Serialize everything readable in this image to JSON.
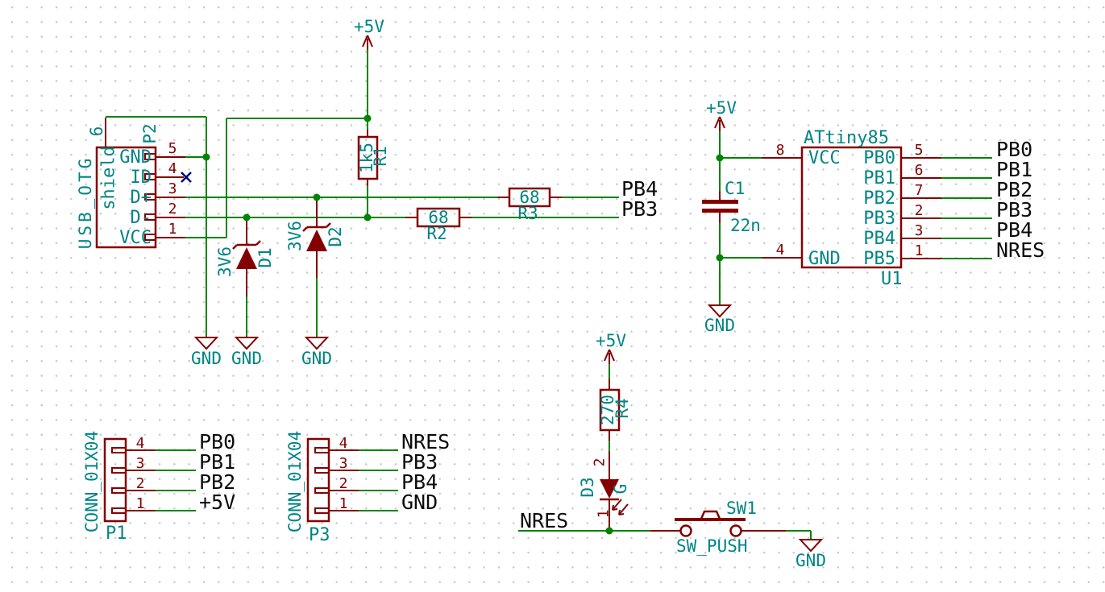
{
  "colors": {
    "wire": "#008400",
    "component": "#840000",
    "field_text": "#008484",
    "net_label": "#0b0b0b",
    "no_connect": "#000084",
    "junction": "#008400",
    "grid_dot": "#c9c9c9",
    "background": "#ffffff"
  },
  "power": {
    "plus5v": "+5V",
    "gnd": "GND"
  },
  "p2": {
    "ref": "P2",
    "value": "USB_OTG",
    "shield_label": "shield",
    "shield_pin": "6",
    "pins": [
      {
        "num": "5",
        "name": "GND"
      },
      {
        "num": "4",
        "name": "ID"
      },
      {
        "num": "3",
        "name": "D+"
      },
      {
        "num": "2",
        "name": "D-"
      },
      {
        "num": "1",
        "name": "VCC"
      }
    ]
  },
  "r1": {
    "ref": "R1",
    "value": "1k5"
  },
  "r2": {
    "ref": "R2",
    "value": "68"
  },
  "r3": {
    "ref": "R3",
    "value": "68"
  },
  "r4": {
    "ref": "R4",
    "value": "270"
  },
  "d1": {
    "ref": "D1",
    "value": "3V6"
  },
  "d2": {
    "ref": "D2",
    "value": "3V6"
  },
  "d3": {
    "ref": "D3",
    "value": "G",
    "pin2": "2",
    "pin1": "1"
  },
  "c1": {
    "ref": "C1",
    "value": "22n"
  },
  "u1": {
    "ref": "U1",
    "value": "ATtiny85",
    "left_pins": [
      {
        "num": "8",
        "name": "VCC"
      },
      {
        "num": "4",
        "name": "GND"
      }
    ],
    "right_pins": [
      {
        "num": "5",
        "name": "PB0",
        "net": "PB0"
      },
      {
        "num": "6",
        "name": "PB1",
        "net": "PB1"
      },
      {
        "num": "7",
        "name": "PB2",
        "net": "PB2"
      },
      {
        "num": "2",
        "name": "PB3",
        "net": "PB3"
      },
      {
        "num": "3",
        "name": "PB4",
        "net": "PB4"
      },
      {
        "num": "1",
        "name": "PB5",
        "net": "NRES"
      }
    ]
  },
  "p1": {
    "ref": "P1",
    "value": "CONN_01X04",
    "pins": [
      {
        "num": "4",
        "net": "PB0"
      },
      {
        "num": "3",
        "net": "PB1"
      },
      {
        "num": "2",
        "net": "PB2"
      },
      {
        "num": "1",
        "net": "+5V"
      }
    ]
  },
  "p3": {
    "ref": "P3",
    "value": "CONN_01X04",
    "pins": [
      {
        "num": "4",
        "net": "NRES"
      },
      {
        "num": "3",
        "net": "PB3"
      },
      {
        "num": "2",
        "net": "PB4"
      },
      {
        "num": "1",
        "net": "GND"
      }
    ]
  },
  "sw1": {
    "ref": "SW1",
    "value": "SW_PUSH"
  },
  "nets": {
    "pb4": "PB4",
    "pb3": "PB3",
    "nres": "NRES"
  }
}
